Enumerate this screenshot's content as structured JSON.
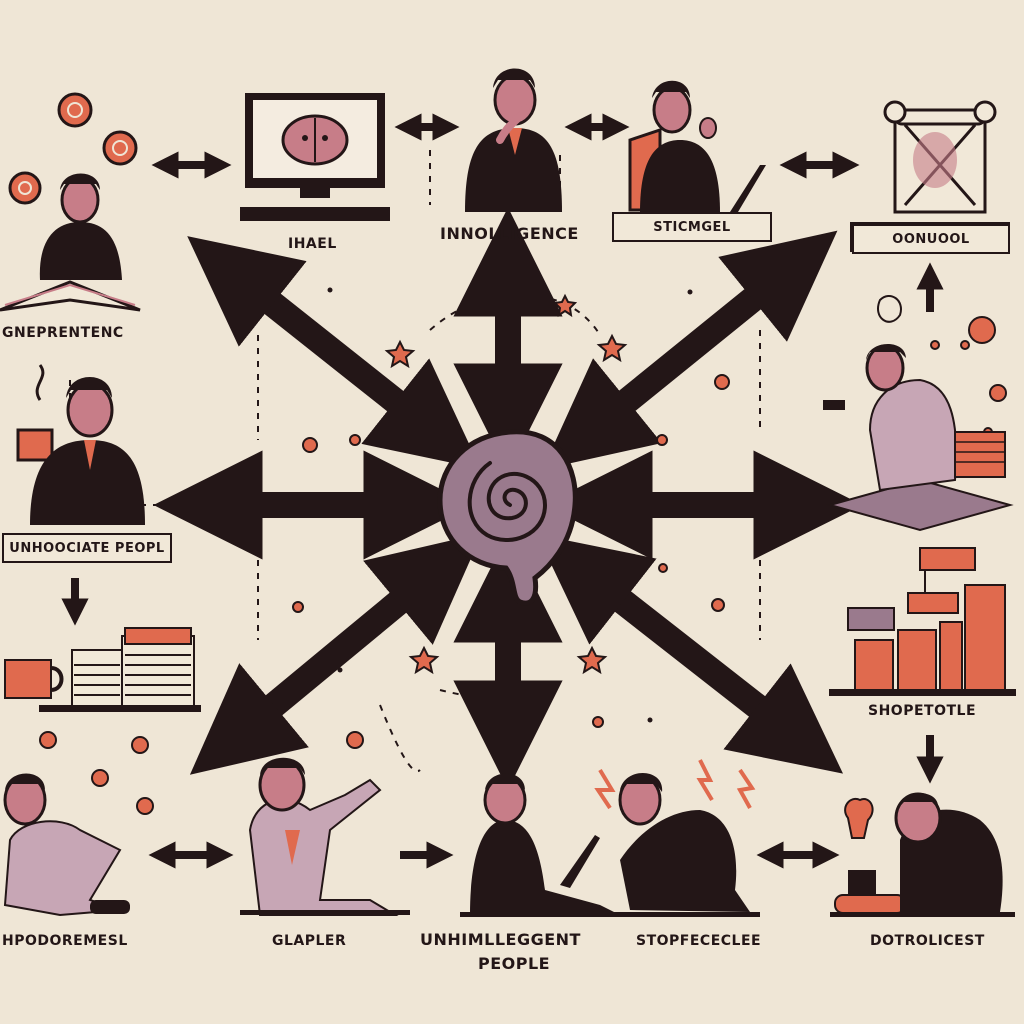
{
  "labels": {
    "top_left": "GNEPRENTENC",
    "top_mid_left": "IHAEL",
    "top_center": "INNOLLIGENCE",
    "top_mid_right": "STICMGEL",
    "top_right": "OONUOOL",
    "mid_left": "UNHOOCIATE PEOPL",
    "mid_right_bottom": "SHOPETOTLE",
    "bottom_1": "HPODOREMESL",
    "bottom_2": "GLAPLER",
    "bottom_3_line1": "UNHIMLLEGGENT",
    "bottom_3_line2": "PEOPLE",
    "bottom_4": "STOPFECECLEE",
    "bottom_5": "DOTROLICEST"
  },
  "colors": {
    "background": "#efe6d6",
    "ink": "#231617",
    "accent_orange": "#e06a4e",
    "accent_pink": "#c77d88",
    "accent_mauve": "#9a7a8d"
  },
  "icons": {
    "center": "swirl-brain-icon",
    "stars": "star-icon",
    "gears": "gear-icon"
  }
}
